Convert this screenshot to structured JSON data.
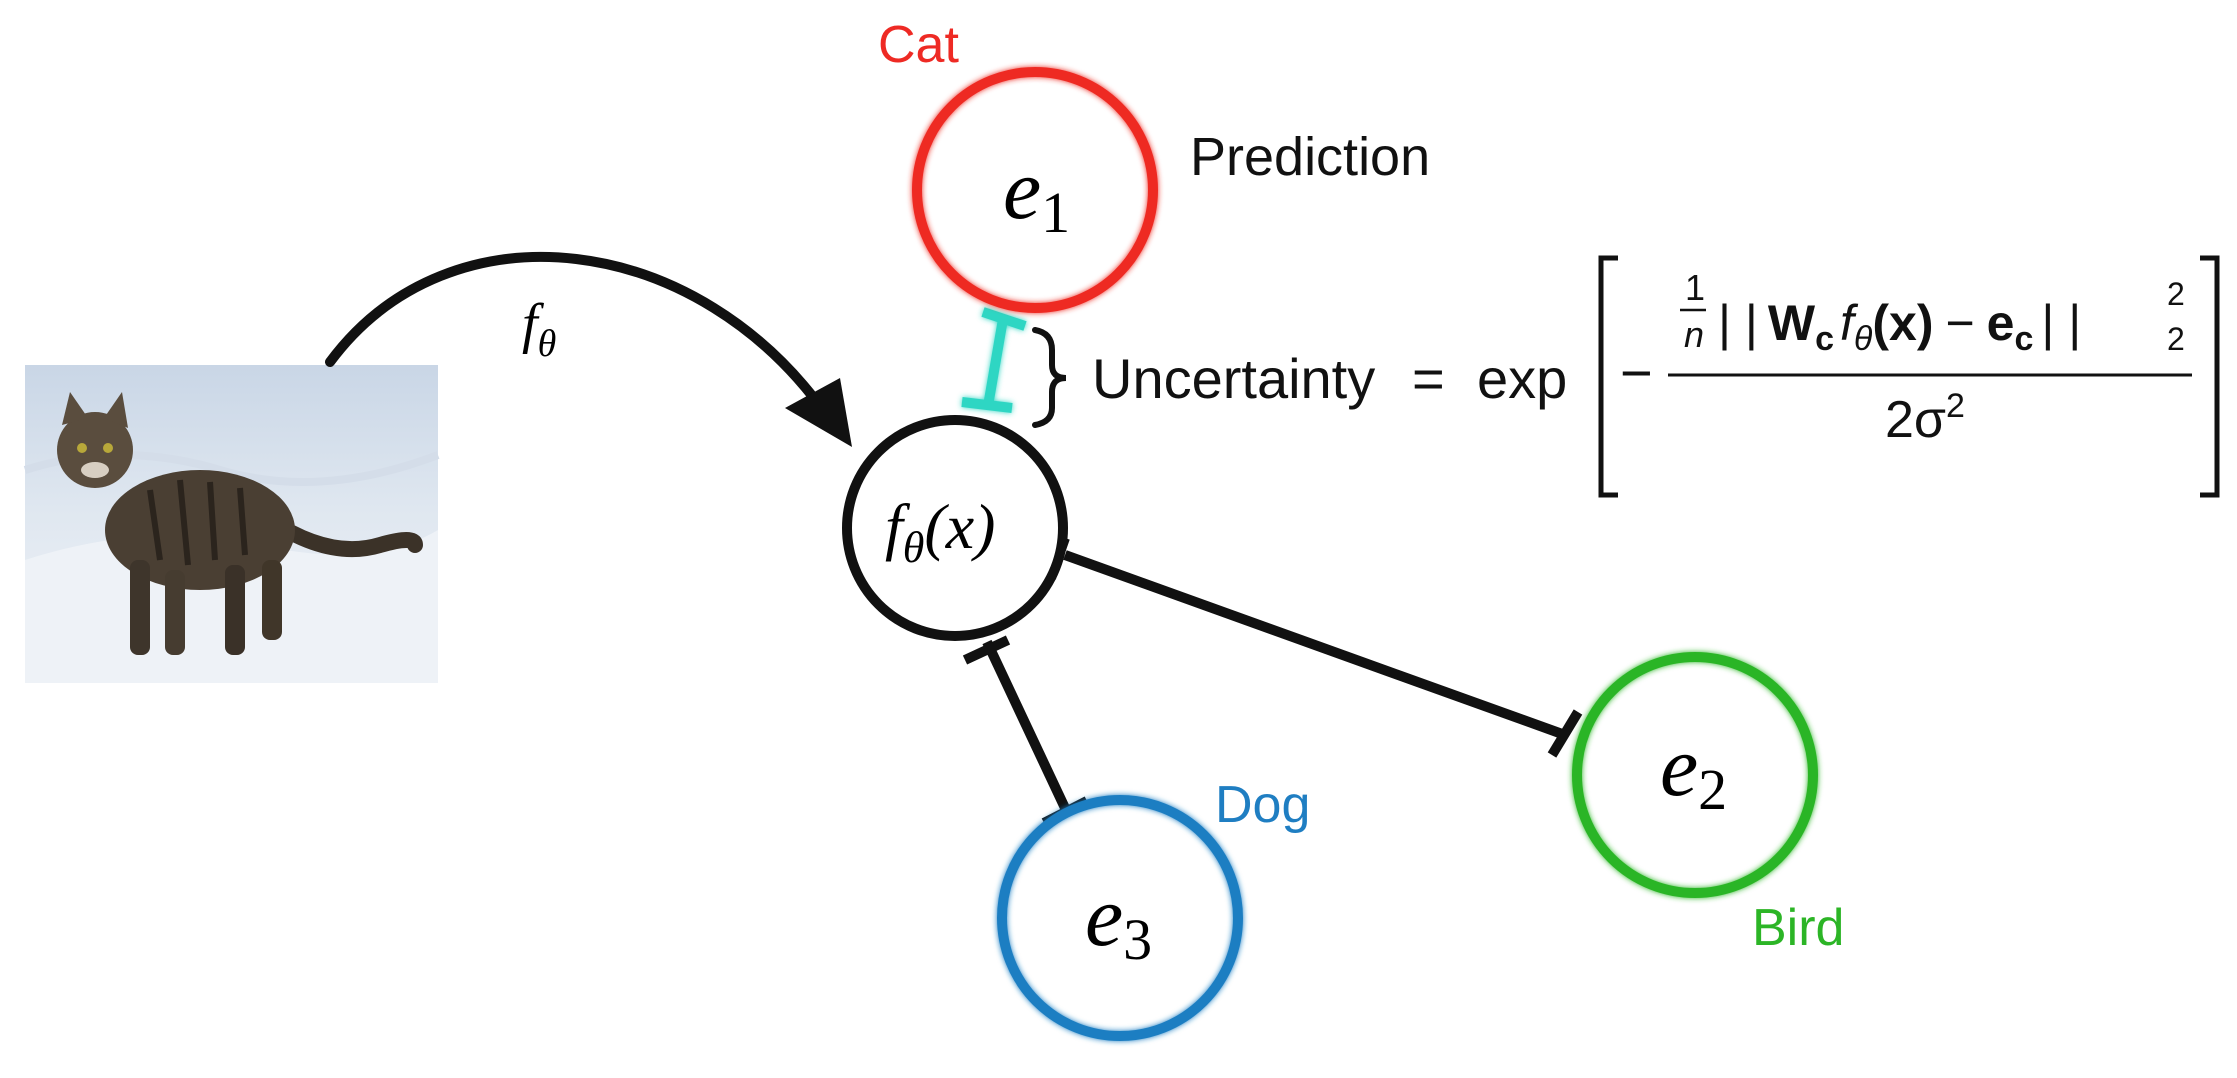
{
  "colors": {
    "cat": "#ee2a24",
    "dog": "#1f7ec2",
    "bird": "#2cb526",
    "uncertainty_bar": "#2fd6c3",
    "stroke": "#111111"
  },
  "icons": {
    "input_image": "cat-photo-icon"
  },
  "nodes": {
    "e1": {
      "symbol": "e",
      "subscript": "1",
      "class_label": "Cat"
    },
    "e2": {
      "symbol": "e",
      "subscript": "2",
      "class_label": "Bird"
    },
    "e3": {
      "symbol": "e",
      "subscript": "3",
      "class_label": "Dog"
    },
    "center": {
      "f": "f",
      "theta": "θ",
      "arg": "(x)"
    }
  },
  "labels": {
    "prediction": "Prediction",
    "mapping_f": "f",
    "mapping_theta": "θ"
  },
  "formula": {
    "lhs": "Uncertainty",
    "equals": "=",
    "exp": "exp",
    "minus": "−",
    "frac_num": "1",
    "frac_den": "n",
    "norm_open": "| |",
    "W": "W",
    "W_sub": "c",
    "f": "f",
    "f_sub": "θ",
    "x_arg": "(x)",
    "op": "−",
    "e": "e",
    "e_sub": "c",
    "norm_close": "| |",
    "norm_sup": "2",
    "norm_sub": "2",
    "denominator": "2σ",
    "den_sup": "2"
  }
}
